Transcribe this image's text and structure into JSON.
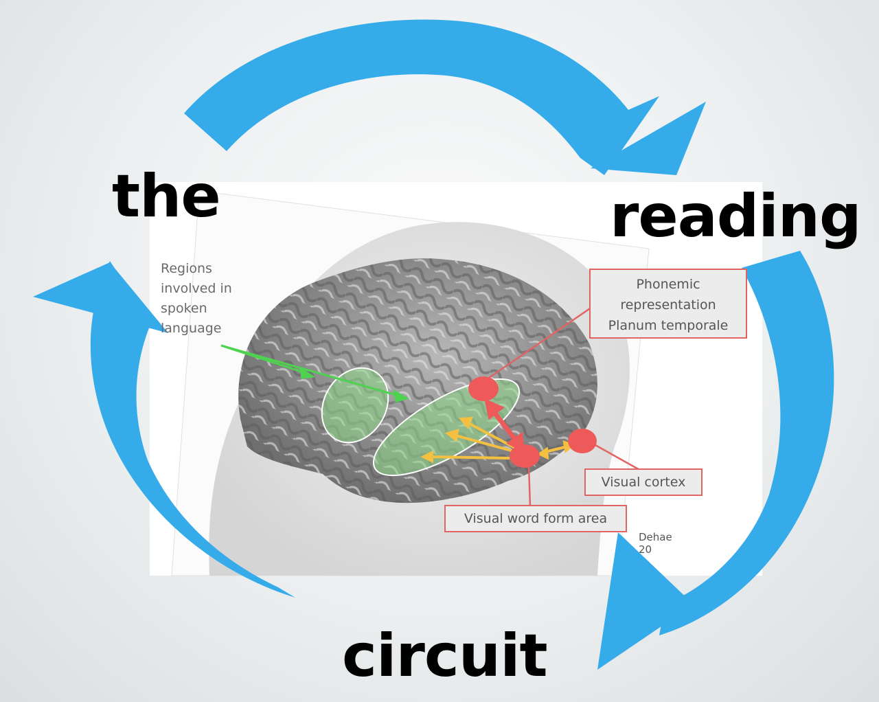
{
  "words": {
    "the": "the",
    "reading": "reading",
    "circuit": "circuit"
  },
  "slide": {
    "note_lines": [
      "Regions",
      "involved in",
      "spoken",
      "language"
    ],
    "labels": {
      "phonemic": [
        "Phonemic",
        "representation",
        "Planum temporale"
      ],
      "visual_cortex": "Visual cortex",
      "vwfa": "Visual word form area"
    },
    "credit_lines": [
      "Dehae",
      "20"
    ]
  },
  "colors": {
    "cycle_arrow": "#35abe9",
    "region_highlight": "#8fd98a",
    "node": "#ee5a5a",
    "label_border": "#e06464",
    "connection_arrow": "#f3c042",
    "pointer_arrow": "#4fd24f"
  }
}
